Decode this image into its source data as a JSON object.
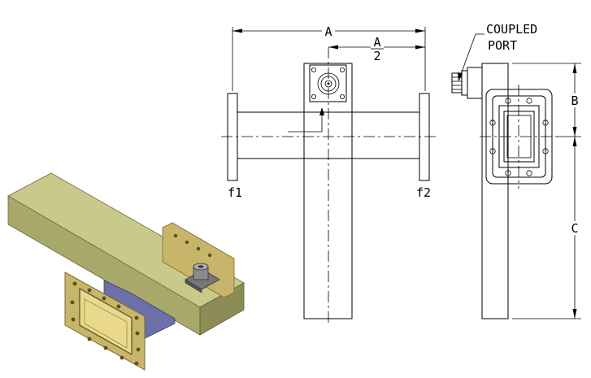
{
  "labels": {
    "dim_a": "A",
    "dim_a_half_num": "A",
    "dim_a_half_den": "2",
    "dim_b": "B",
    "dim_c": "C",
    "port_f1": "f1",
    "port_f2": "f2",
    "coupled_line1": "COUPLED",
    "coupled_line2": "PORT"
  },
  "colors": {
    "body_top": "#c9c98c",
    "body_front": "#a8a86a",
    "body_side": "#8c8c57",
    "flange": "#c7b56a",
    "flange_dark": "#9a8a45",
    "flange_edge": "#7a6c30",
    "inner": "#e7d98f",
    "connector": "#707070",
    "blue_face": "#6b70a8"
  }
}
